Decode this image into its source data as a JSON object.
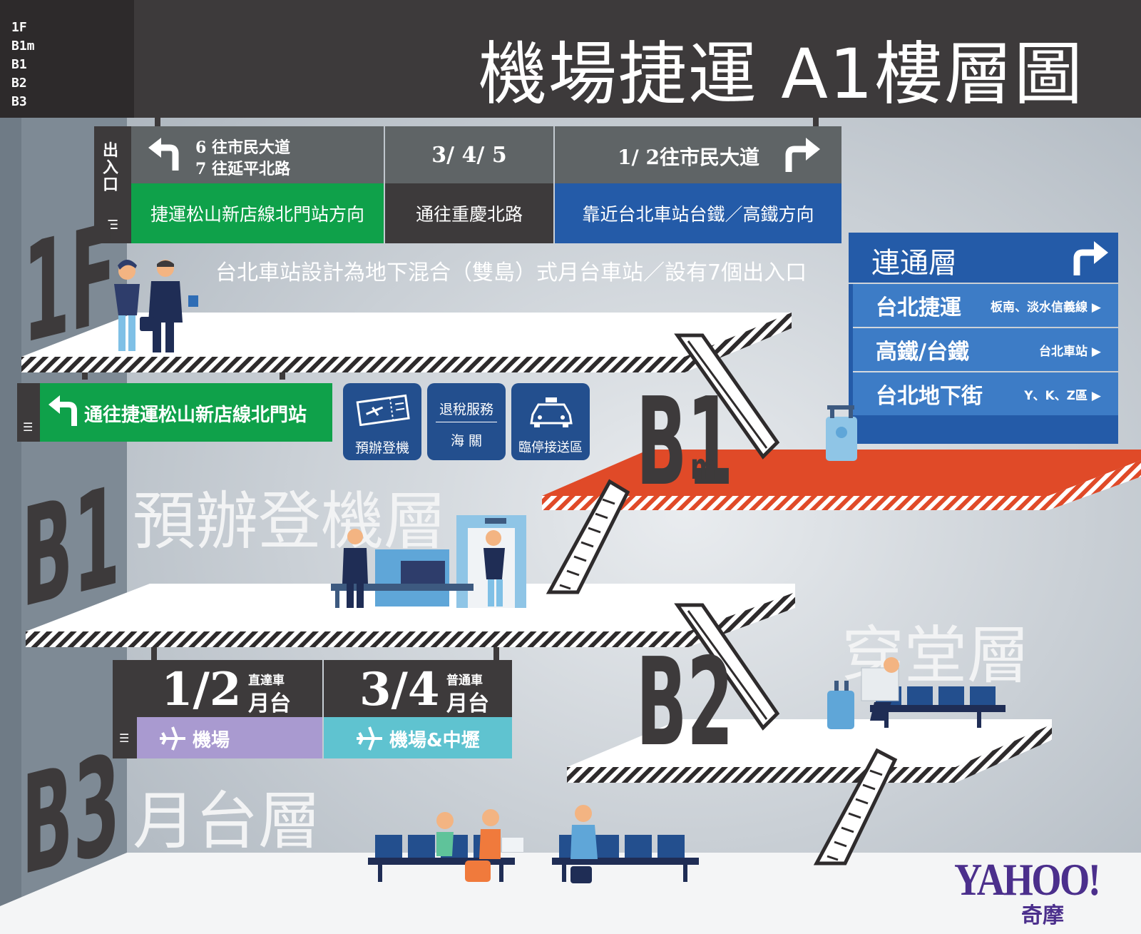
{
  "header": {
    "title": "機場捷運 A1樓層圖",
    "floor_index": [
      "1F",
      "B1m",
      "B1",
      "B2",
      "B3"
    ]
  },
  "exit_sign": {
    "side_label": "出入口",
    "segments": [
      {
        "top_line1": "6 往市民大道",
        "top_line2": "7 往延平北路",
        "bottom": "捷運松山新店線北門站方向",
        "color": "#0fa14a",
        "arrow": "turn-left-arrow"
      },
      {
        "top_line1": "3/ 4/ 5",
        "bottom": "通往重慶北路",
        "color": "#3d3a3b"
      },
      {
        "top_line1": "1/ 2往市民大道",
        "bottom": "靠近台北車站台鐵／高鐵方向",
        "color": "#245ba8",
        "arrow": "turn-right-arrow"
      }
    ]
  },
  "note_1f": "台北車站設計為地下混合（雙島）式月台車站／設有7個出入口",
  "floors": {
    "f1": "1F",
    "b1": "B1",
    "b1m_main": "B1",
    "b1m_sub": "m",
    "b2": "B2",
    "b3": "B3"
  },
  "b1_sign": {
    "label": "通往捷運松山新店線北門站",
    "color": "#0fa14a"
  },
  "b1_services": [
    {
      "label": "預辦登機",
      "icon": "boarding-pass-icon"
    },
    {
      "label_top": "退稅服務",
      "label_bottom": "海 關",
      "icon": "none"
    },
    {
      "label": "臨停接送區",
      "icon": "taxi-icon"
    }
  ],
  "b1_name": "預辦登機層",
  "b2_name": "穿堂層",
  "b3_name": "月台層",
  "connection": {
    "title": "連通層",
    "rows": [
      {
        "main": "台北捷運",
        "sub": "板南、淡水信義線 ▶"
      },
      {
        "main": "高鐵/台鐵",
        "sub": "台北車站 ▶"
      },
      {
        "main": "台北地下街",
        "sub": "Y、K、Z區 ▶"
      }
    ]
  },
  "platform_sign": {
    "left": {
      "platform": "1/2",
      "type_top": "直達車",
      "type_bottom": "月台",
      "dest": "機場",
      "color": "#a99ad0"
    },
    "right": {
      "platform": "3/4",
      "type_top": "普通車",
      "type_bottom": "月台",
      "dest": "機場&中壢",
      "color": "#5fc3d0"
    }
  },
  "logo": {
    "main": "YAHOO!",
    "sub": "奇摩"
  },
  "colors": {
    "dark": "#3d3a3b",
    "green": "#0fa14a",
    "blue": "#245ba8",
    "navy": "#234f8e",
    "red": "#e04a28",
    "purple": "#a99ad0",
    "cyan": "#5fc3d0",
    "light_blue": "#3d7cc6"
  }
}
